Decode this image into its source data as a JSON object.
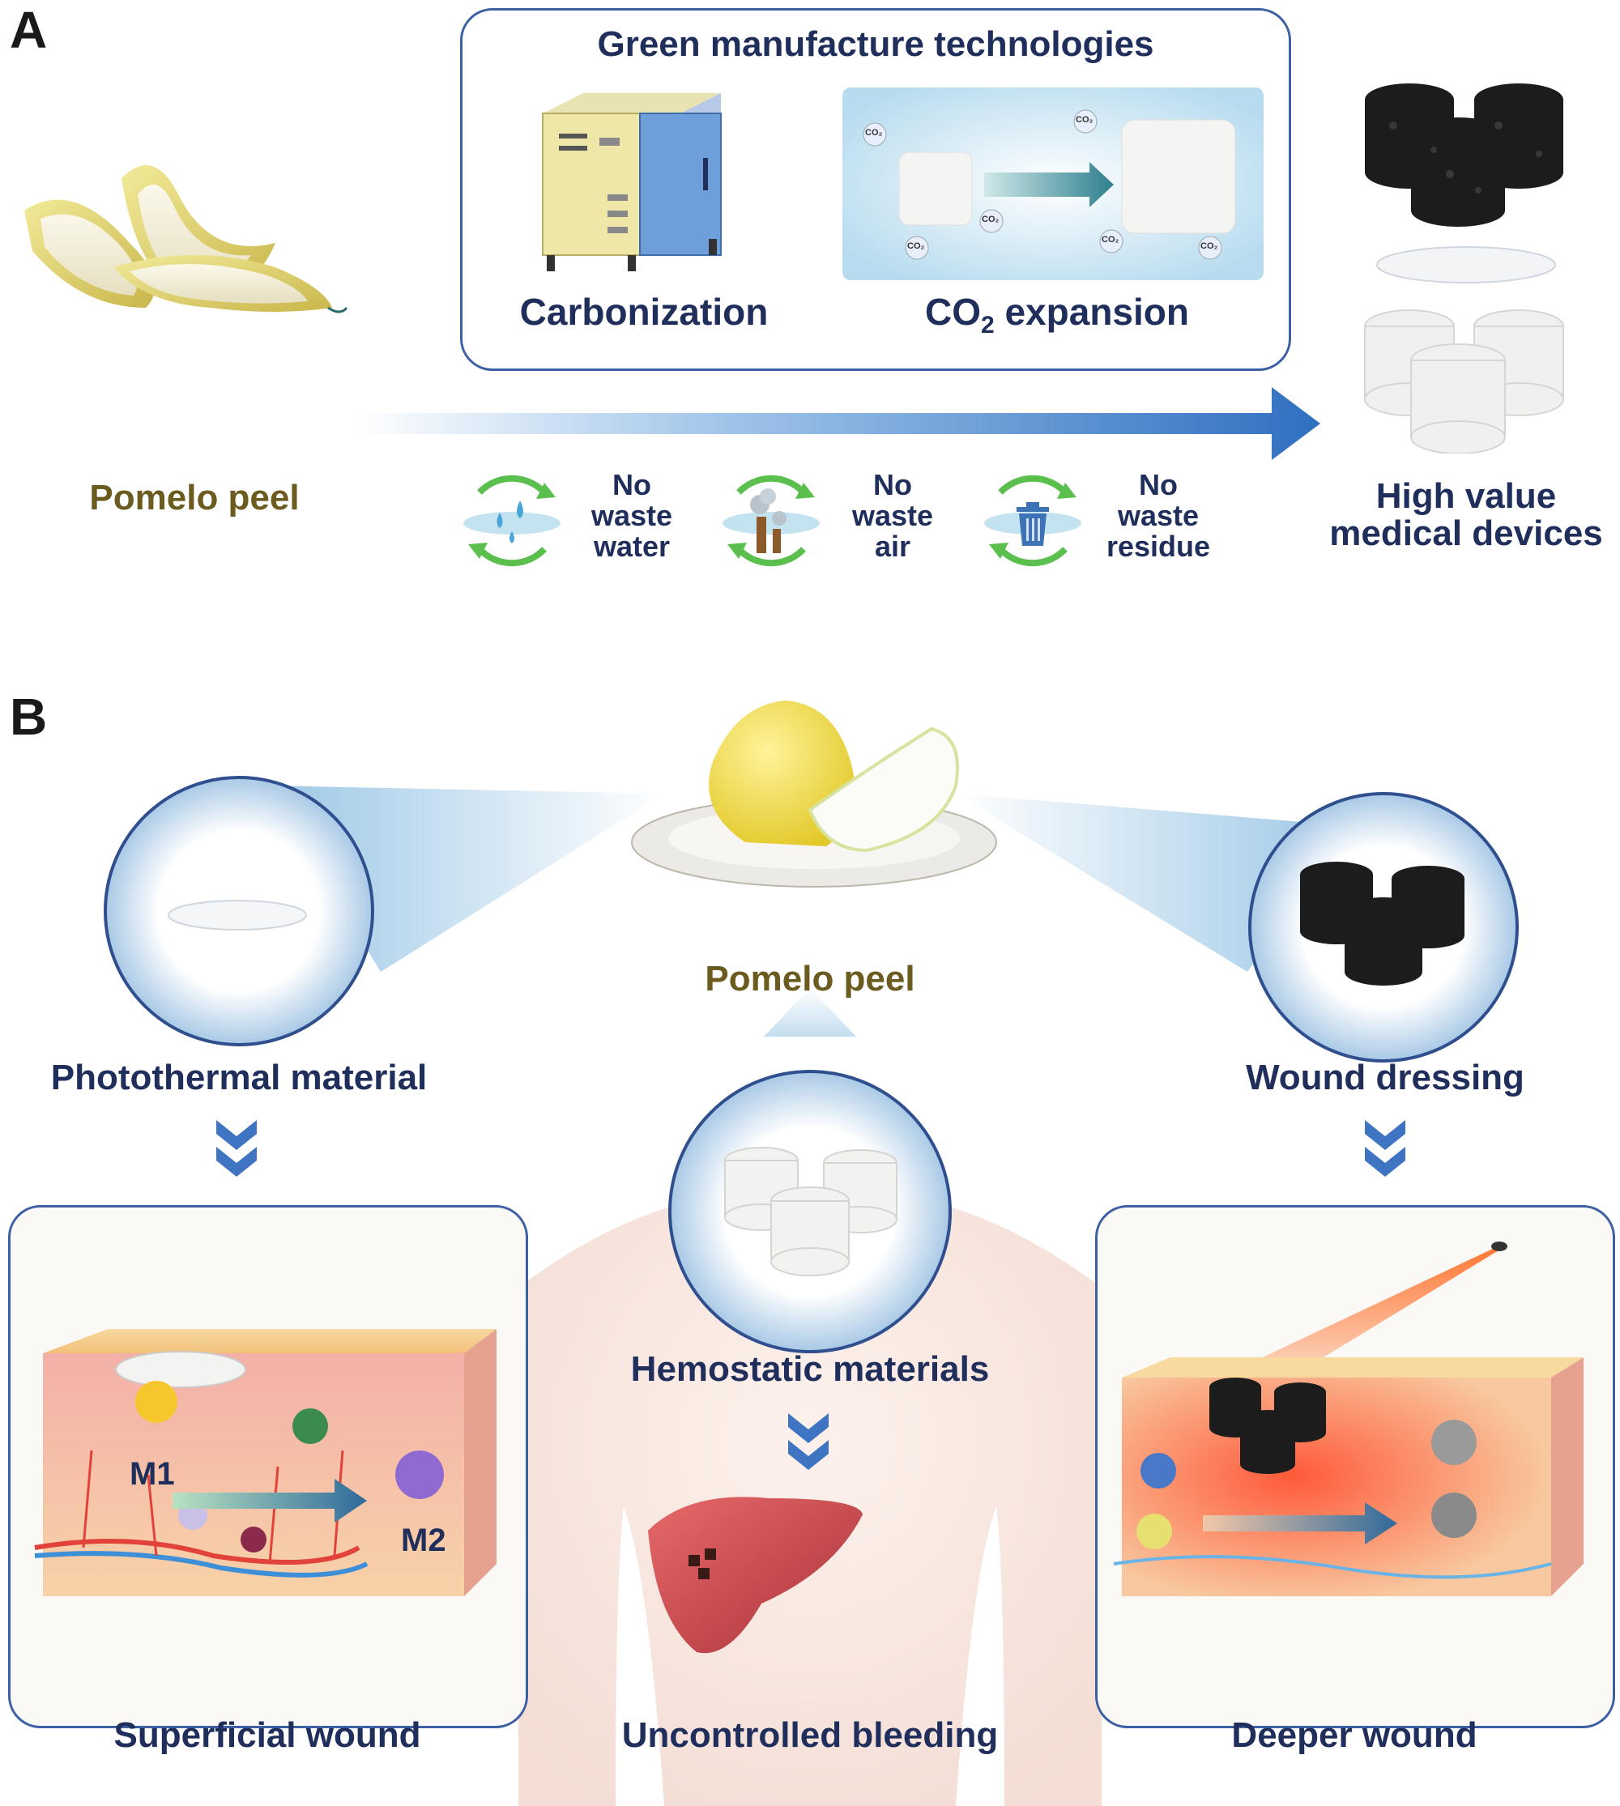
{
  "panel_a": {
    "letter": "A",
    "tech_title": "Green manufacture technologies",
    "carbonization": "Carbonization",
    "co2_expansion_main": "CO",
    "co2_expansion_sub": "2",
    "co2_expansion_tail": " expansion",
    "co2_bubble": "CO₂",
    "pomelo_label": "Pomelo peel",
    "devices_label_1": "High value",
    "devices_label_2": "medical devices",
    "waste": [
      {
        "line1": "No",
        "line2": "waste",
        "line3": "water",
        "icon": "water-drops-icon"
      },
      {
        "line1": "No",
        "line2": "waste",
        "line3": "air",
        "icon": "smokestack-icon"
      },
      {
        "line1": "No",
        "line2": "waste",
        "line3": "residue",
        "icon": "trash-bin-icon"
      }
    ]
  },
  "panel_b": {
    "letter": "B",
    "pomelo_label": "Pomelo peel",
    "photothermal": "Photothermal material",
    "wound_dressing": "Wound dressing",
    "hemostatic": "Hemostatic materials",
    "superficial": "Superficial wound",
    "uncontrolled": "Uncontrolled bleeding",
    "deeper": "Deeper wound",
    "m1": "M1",
    "m2": "M2"
  },
  "colors": {
    "label_navy": "#1f2e5a",
    "label_olive": "#6b5b1e",
    "box_border": "#3d5fa3",
    "arrow_blue": "#2f6fc0",
    "recycle_green": "#5bbf4e"
  }
}
